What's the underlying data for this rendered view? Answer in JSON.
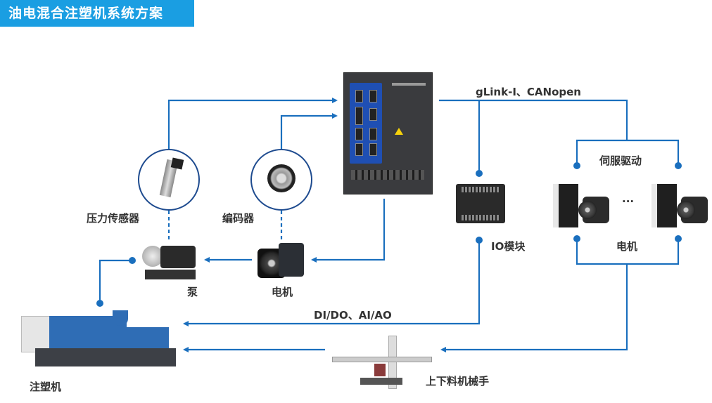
{
  "title": "油电混合注塑机系统方案",
  "colors": {
    "title_bg": "#1a9ee2",
    "wire": "#1a6fbe",
    "circle_border": "#1e4b8f",
    "label_text": "#333333"
  },
  "labels": {
    "bus": "gLink-I、CANopen",
    "servo_drive": "伺服驱动",
    "io_module": "IO模块",
    "servo_motor": "电机",
    "ellipsis": "···",
    "pressure_sensor": "压力传感器",
    "encoder": "编码器",
    "pump": "泵",
    "motor": "电机",
    "dido": "DI/DO、AI/AO",
    "injection_machine": "注塑机",
    "robot": "上下料机械手"
  },
  "devices": [
    {
      "id": "controller",
      "icon": "controller-unit"
    },
    {
      "id": "io_module",
      "icon": "io-module"
    },
    {
      "id": "servo_drive_1",
      "icon": "servo-drive"
    },
    {
      "id": "servo_motor_1",
      "icon": "servo-motor"
    },
    {
      "id": "servo_drive_n",
      "icon": "servo-drive"
    },
    {
      "id": "servo_motor_n",
      "icon": "servo-motor"
    },
    {
      "id": "pressure_sensor",
      "icon": "pressure-sensor"
    },
    {
      "id": "encoder",
      "icon": "rotary-encoder"
    },
    {
      "id": "pump",
      "icon": "pump"
    },
    {
      "id": "motor",
      "icon": "motor"
    },
    {
      "id": "injection_machine",
      "icon": "injection-molding-machine"
    },
    {
      "id": "robot",
      "icon": "robot-arm"
    }
  ]
}
